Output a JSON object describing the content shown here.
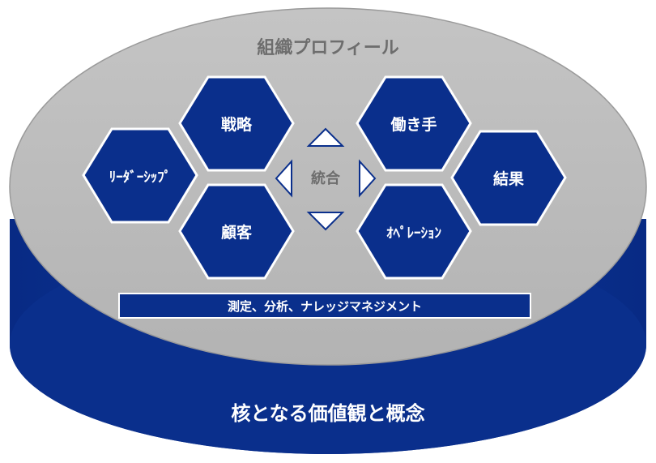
{
  "title": "組織プロフィール",
  "center": "統合",
  "hexagons": {
    "strategy": "戦略",
    "customer": "顧客",
    "leadership": "ﾘｰﾀﾞｰｼｯﾌﾟ",
    "workforce": "働き手",
    "operations": "ｵﾍﾟﾚｰｼｮﾝ",
    "results": "結果"
  },
  "bar": "測定、分析、ナレッジマネジメント",
  "base": "核となる価値観と概念",
  "colors": {
    "blue": "#0a2f8c",
    "blue_dark": "#08247a",
    "gray_top": "#b9b9b9",
    "gray_text": "#6d6d6d",
    "white": "#ffffff"
  },
  "icons": [
    "arrow-up-icon",
    "arrow-down-icon",
    "arrow-left-icon",
    "arrow-right-icon"
  ]
}
